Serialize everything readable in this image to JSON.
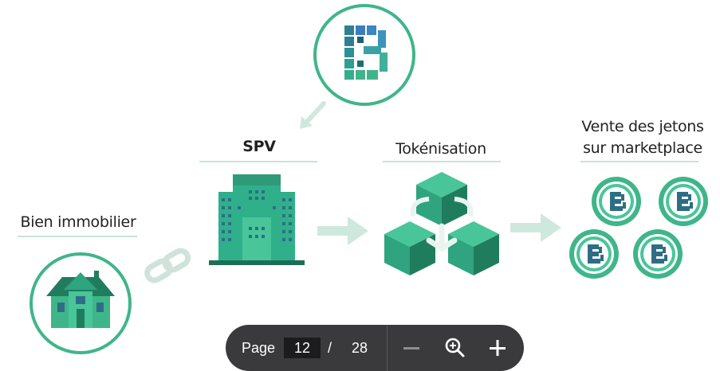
{
  "labels": {
    "spv": "SPV",
    "tokenisation": "Tokénisation",
    "vente_line1": "Vente des jetons",
    "vente_line2": "sur marketplace",
    "bien": "Bien immobilier"
  },
  "toolbar": {
    "page_label": "Page",
    "current_page": "12",
    "separator": "/",
    "total_pages": "28"
  },
  "colors": {
    "brand_green": "#3fb58a",
    "dark_green": "#1f7d5d",
    "teal_blue": "#2e6e84",
    "light_arrow": "#cfe8dd"
  }
}
